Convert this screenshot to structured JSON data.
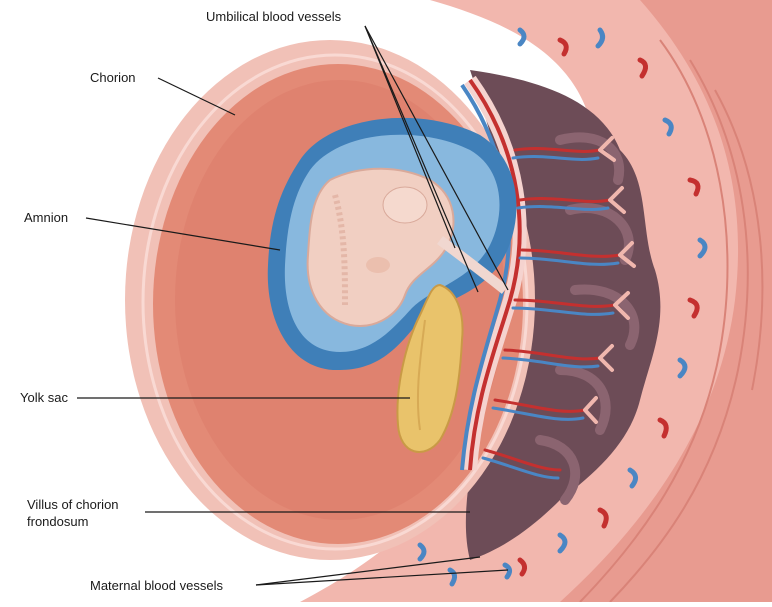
{
  "labels": {
    "umbilical_vessels": "Umbilical blood vessels",
    "chorion": "Chorion",
    "amnion": "Amnion",
    "yolk_sac": "Yolk sac",
    "villus_line1": "Villus of chorion",
    "villus_line2": "frondosum",
    "maternal_vessels": "Maternal blood vessels"
  },
  "colors": {
    "uterine_wall": "#f0b0a8",
    "muscle": "#e59c92",
    "chorionic_cavity": "#e0836f",
    "chorion_membrane": "#f3c3bb",
    "amnion": "#3f7fb8",
    "amniotic_cavity": "#88b8de",
    "embryo": "#f1cfc2",
    "yolk_sac": "#e9c36b",
    "decidua_dark": "#6e4a55",
    "artery": "#c4302f",
    "vein": "#4a86c4"
  }
}
